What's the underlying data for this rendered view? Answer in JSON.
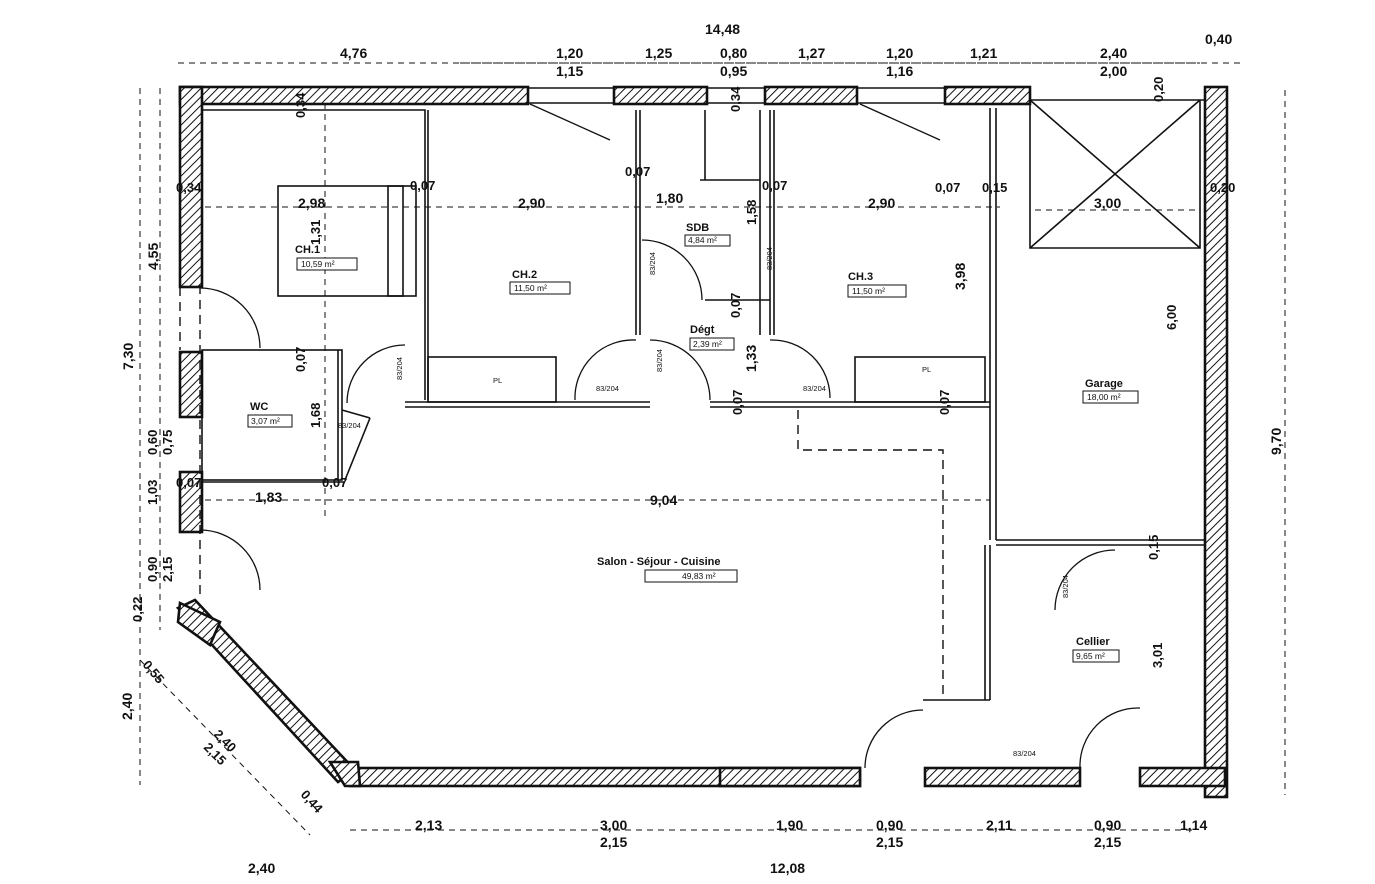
{
  "plan": {
    "top_dimensions": {
      "overall": "14,48",
      "segments_top": [
        "4,76",
        "1,20",
        "1,25",
        "0,80",
        "1,27",
        "1,20",
        "1,21",
        "2,40",
        "0,40"
      ],
      "segments_openings": [
        "1,15",
        "0,95",
        "1,16",
        "2,00"
      ]
    },
    "bottom_dimensions": {
      "segments": [
        "2,13",
        "3,00",
        "2,15",
        "1,90",
        "0,90",
        "2,15",
        "2,11",
        "0,90",
        "2,15",
        "1,14"
      ],
      "overall_left": "2,40",
      "overall_right": "12,08"
    },
    "left_dimensions": [
      "7,30",
      "4,55",
      "0,60",
      "0,75",
      "1,03",
      "0,90",
      "2,15",
      "0,22",
      "2,40",
      "0,55",
      "2,40",
      "2,15",
      "0,44"
    ],
    "right_dimensions": [
      "9,70",
      "6,00",
      "3,01",
      "0,20",
      "0,20"
    ],
    "interior_dimensions": [
      "2,98",
      "2,90",
      "1,80",
      "2,90",
      "3,00",
      "9,04",
      "1,83",
      "1,31",
      "1,68",
      "0,07",
      "0,07",
      "0,07",
      "0,07",
      "0,07",
      "0,07",
      "0,07",
      "0,07",
      "0,07",
      "0,34",
      "0,34",
      "0,34",
      "0,15",
      "0,15",
      "3,98",
      "1,33",
      "1,58",
      "0,07"
    ],
    "rooms": [
      {
        "name": "CH.1",
        "area": "10,59 m²"
      },
      {
        "name": "CH.2",
        "area": "11,50 m²"
      },
      {
        "name": "SDB",
        "area": "4,84 m²"
      },
      {
        "name": "CH.3",
        "area": "11,50 m²"
      },
      {
        "name": "Dégt",
        "area": "2,39 m²"
      },
      {
        "name": "WC",
        "area": "3,07 m²"
      },
      {
        "name": "Garage",
        "area": "18,00 m²"
      },
      {
        "name": "Salon - Séjour - Cuisine",
        "area": "49,83 m²"
      },
      {
        "name": "Cellier",
        "area": "9,65 m²"
      }
    ],
    "door_labels": [
      "83/204",
      "83/204",
      "83/204",
      "83/204",
      "83/204",
      "83/204",
      "83/204",
      "83/204",
      "83/204"
    ],
    "closet_labels": [
      "PL",
      "PL"
    ]
  }
}
